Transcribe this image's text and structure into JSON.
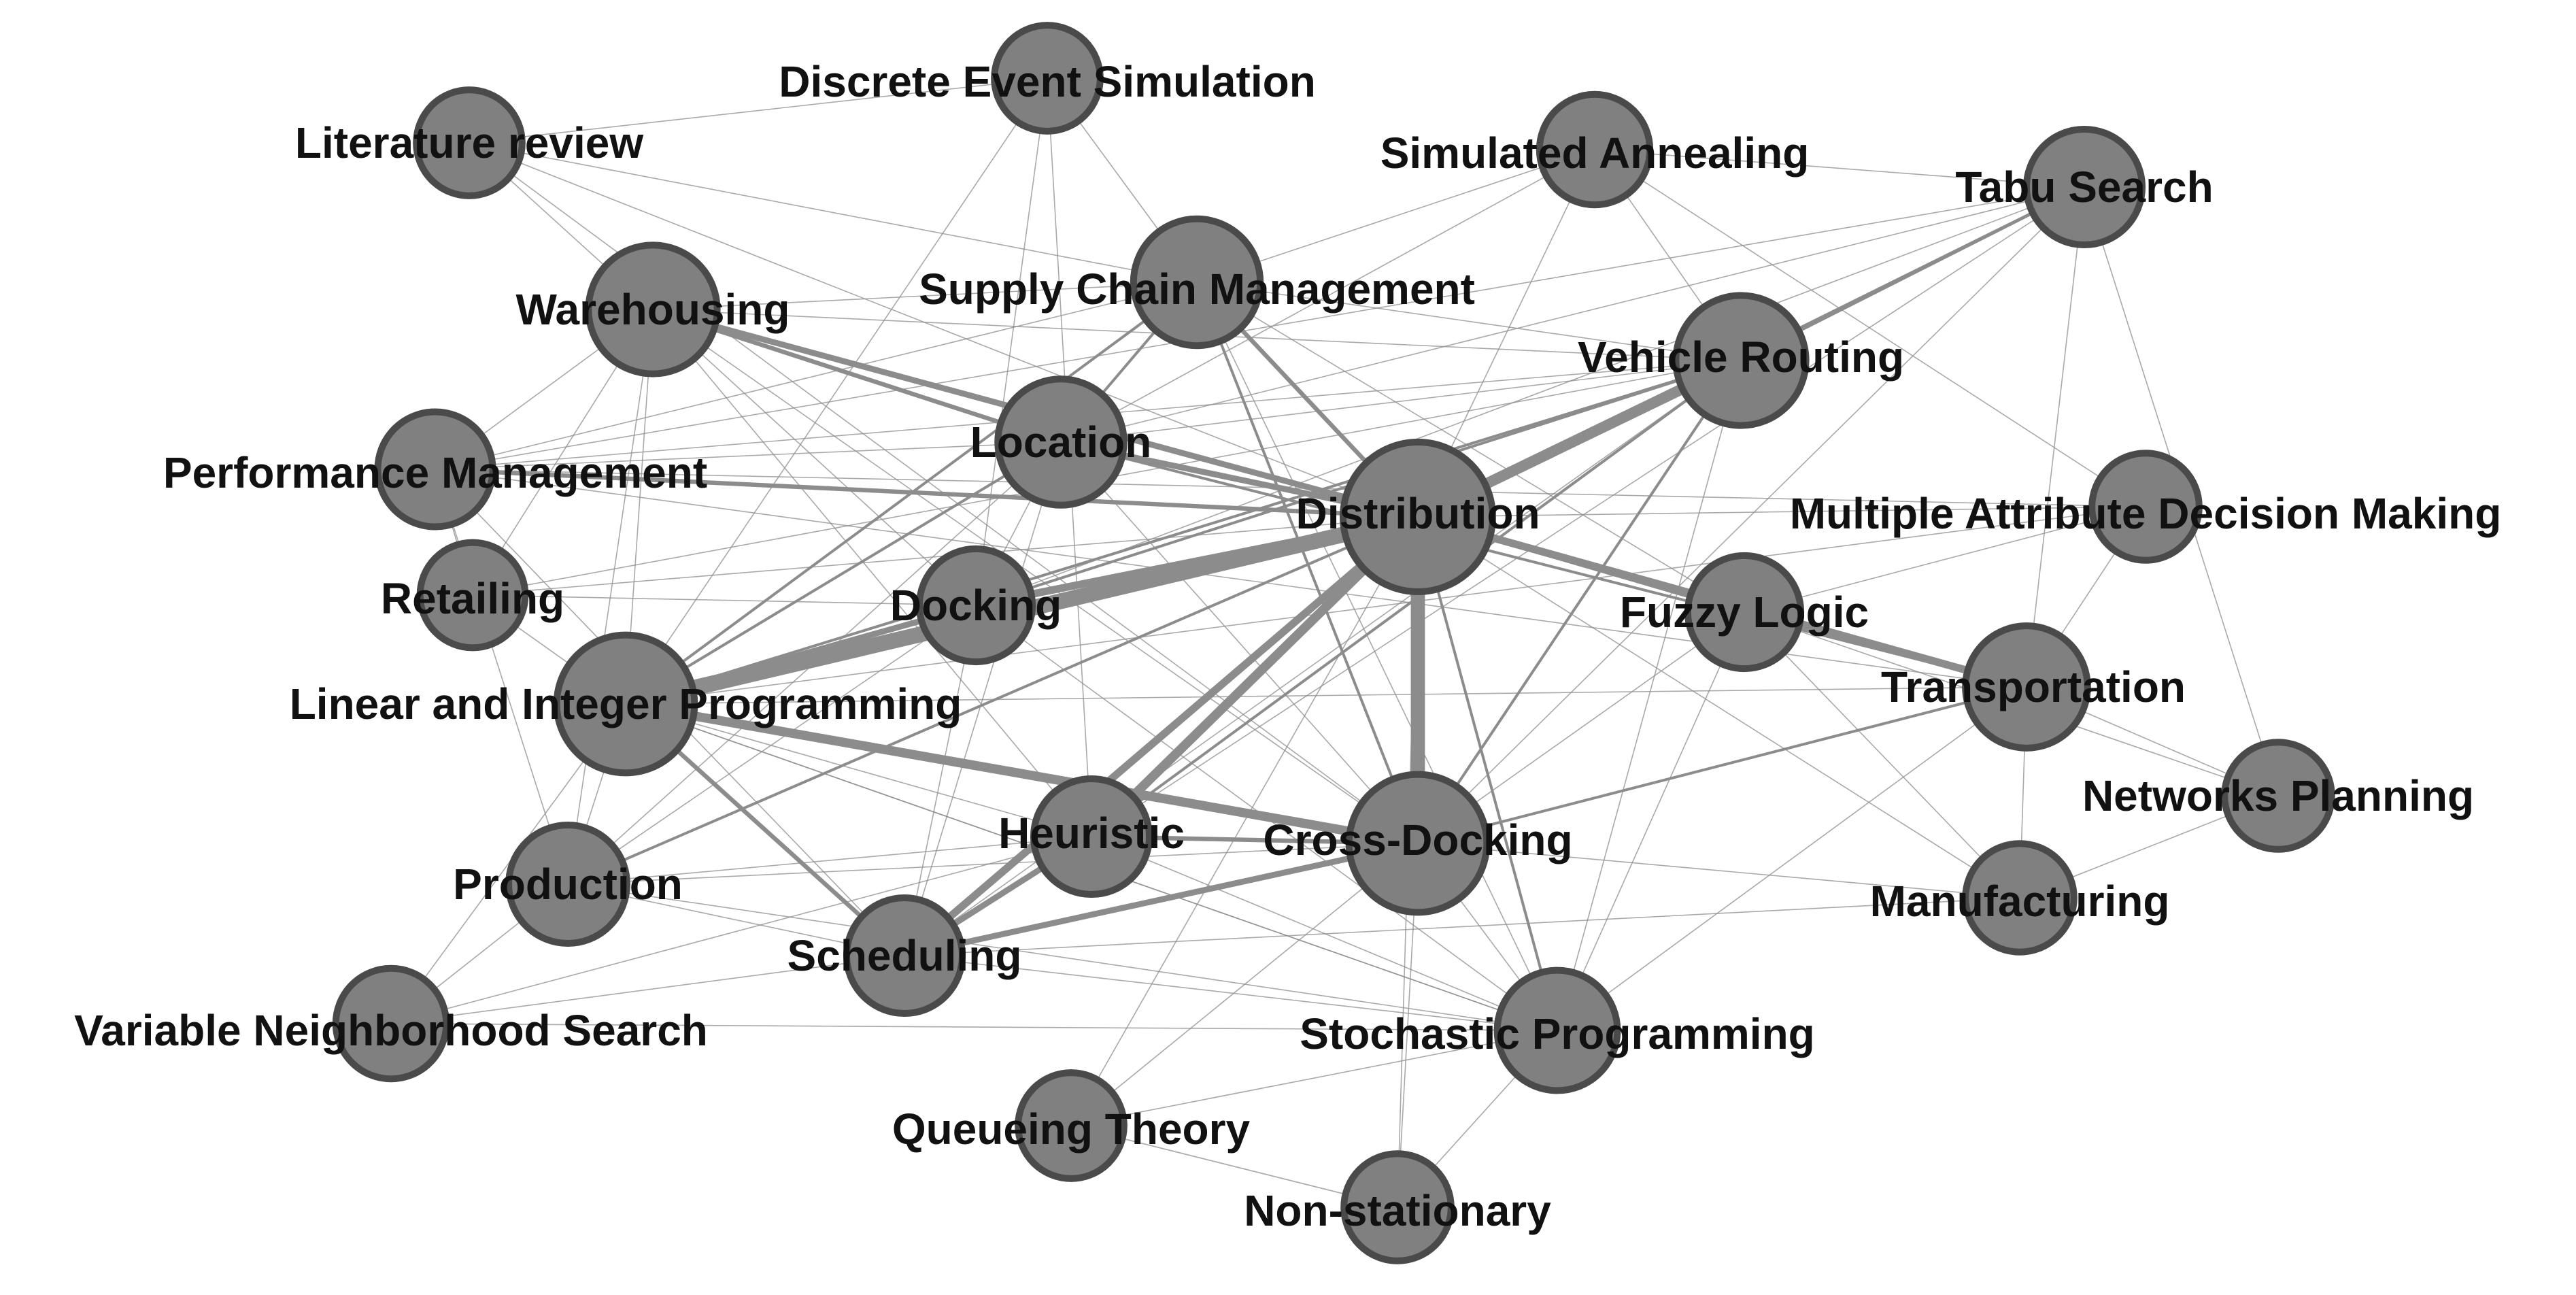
{
  "colors": {
    "node_fill": "#808080",
    "node_stroke": "#4a4a4a",
    "edge": "#8c8c8c",
    "label": "#111111"
  },
  "nodes": [
    {
      "id": "distribution",
      "label": "Distribution",
      "weight": 1.0
    },
    {
      "id": "cross-docking",
      "label": "Cross-Docking",
      "weight": 0.82
    },
    {
      "id": "linear-integer-programming",
      "label": "Linear and Integer Programming",
      "weight": 0.82
    },
    {
      "id": "vehicle-routing",
      "label": "Vehicle Routing",
      "weight": 0.7
    },
    {
      "id": "warehousing",
      "label": "Warehousing",
      "weight": 0.68
    },
    {
      "id": "supply-chain-management",
      "label": "Supply Chain Management",
      "weight": 0.65
    },
    {
      "id": "location",
      "label": "Location",
      "weight": 0.64
    },
    {
      "id": "transportation",
      "label": "Transportation",
      "weight": 0.58
    },
    {
      "id": "stochastic-programming",
      "label": "Stochastic Programming",
      "weight": 0.55
    },
    {
      "id": "production",
      "label": "Production",
      "weight": 0.52
    },
    {
      "id": "heuristic",
      "label": "Heuristic",
      "weight": 0.48
    },
    {
      "id": "scheduling",
      "label": "Scheduling",
      "weight": 0.48
    },
    {
      "id": "performance-management",
      "label": "Performance Management",
      "weight": 0.47
    },
    {
      "id": "docking",
      "label": "Docking",
      "weight": 0.44
    },
    {
      "id": "fuzzy-logic",
      "label": "Fuzzy Logic",
      "weight": 0.44
    },
    {
      "id": "tabu-search",
      "label": "Tabu Search",
      "weight": 0.48
    },
    {
      "id": "simulated-annealing",
      "label": "Simulated Annealing",
      "weight": 0.4
    },
    {
      "id": "variable-neighborhood-search",
      "label": "Variable Neighborhood Search",
      "weight": 0.4
    },
    {
      "id": "manufacturing",
      "label": "Manufacturing",
      "weight": 0.37
    },
    {
      "id": "multiple-attribute-decision-making",
      "label": "Multiple Attribute Decision Making",
      "weight": 0.35
    },
    {
      "id": "networks-planning",
      "label": "Networks Planning",
      "weight": 0.35
    },
    {
      "id": "non-stationary",
      "label": "Non-stationary",
      "weight": 0.35
    },
    {
      "id": "queueing-theory",
      "label": "Queueing Theory",
      "weight": 0.33
    },
    {
      "id": "discrete-event-simulation",
      "label": "Discrete Event Simulation",
      "weight": 0.33
    },
    {
      "id": "literature-review",
      "label": "Literature review",
      "weight": 0.33
    },
    {
      "id": "retailing",
      "label": "Retailing",
      "weight": 0.32
    }
  ],
  "edges": [
    {
      "source": "distribution",
      "target": "cross-docking",
      "weight": 9
    },
    {
      "source": "distribution",
      "target": "linear-integer-programming",
      "weight": 10
    },
    {
      "source": "distribution",
      "target": "vehicle-routing",
      "weight": 7
    },
    {
      "source": "distribution",
      "target": "heuristic",
      "weight": 6
    },
    {
      "source": "distribution",
      "target": "scheduling",
      "weight": 5
    },
    {
      "source": "distribution",
      "target": "transportation",
      "weight": 5
    },
    {
      "source": "distribution",
      "target": "location",
      "weight": 4
    },
    {
      "source": "distribution",
      "target": "docking",
      "weight": 5
    },
    {
      "source": "distribution",
      "target": "warehousing",
      "weight": 4
    },
    {
      "source": "distribution",
      "target": "supply-chain-management",
      "weight": 3
    },
    {
      "source": "distribution",
      "target": "fuzzy-logic",
      "weight": 3
    },
    {
      "source": "distribution",
      "target": "stochastic-programming",
      "weight": 2
    },
    {
      "source": "distribution",
      "target": "production",
      "weight": 2
    },
    {
      "source": "distribution",
      "target": "tabu-search",
      "weight": 2
    },
    {
      "source": "distribution",
      "target": "simulated-annealing",
      "weight": 1
    },
    {
      "source": "distribution",
      "target": "multiple-attribute-decision-making",
      "weight": 1
    },
    {
      "source": "distribution",
      "target": "performance-management",
      "weight": 3
    },
    {
      "source": "distribution",
      "target": "retailing",
      "weight": 1
    },
    {
      "source": "distribution",
      "target": "manufacturing",
      "weight": 1
    },
    {
      "source": "distribution",
      "target": "non-stationary",
      "weight": 1
    },
    {
      "source": "distribution",
      "target": "literature-review",
      "weight": 1
    },
    {
      "source": "cross-docking",
      "target": "linear-integer-programming",
      "weight": 6
    },
    {
      "source": "cross-docking",
      "target": "scheduling",
      "weight": 4
    },
    {
      "source": "cross-docking",
      "target": "heuristic",
      "weight": 3
    },
    {
      "source": "cross-docking",
      "target": "vehicle-routing",
      "weight": 2
    },
    {
      "source": "cross-docking",
      "target": "supply-chain-management",
      "weight": 2
    },
    {
      "source": "cross-docking",
      "target": "stochastic-programming",
      "weight": 1
    },
    {
      "source": "cross-docking",
      "target": "transportation",
      "weight": 2
    },
    {
      "source": "cross-docking",
      "target": "production",
      "weight": 1
    },
    {
      "source": "cross-docking",
      "target": "manufacturing",
      "weight": 1
    },
    {
      "source": "cross-docking",
      "target": "non-stationary",
      "weight": 1
    },
    {
      "source": "cross-docking",
      "target": "queueing-theory",
      "weight": 1
    },
    {
      "source": "cross-docking",
      "target": "location",
      "weight": 1
    },
    {
      "source": "cross-docking",
      "target": "tabu-search",
      "weight": 1
    },
    {
      "source": "cross-docking",
      "target": "fuzzy-logic",
      "weight": 1
    },
    {
      "source": "cross-docking",
      "target": "warehousing",
      "weight": 1
    },
    {
      "source": "linear-integer-programming",
      "target": "docking",
      "weight": 4
    },
    {
      "source": "linear-integer-programming",
      "target": "location",
      "weight": 2
    },
    {
      "source": "linear-integer-programming",
      "target": "scheduling",
      "weight": 3
    },
    {
      "source": "linear-integer-programming",
      "target": "supply-chain-management",
      "weight": 2
    },
    {
      "source": "linear-integer-programming",
      "target": "vehicle-routing",
      "weight": 2
    },
    {
      "source": "linear-integer-programming",
      "target": "transportation",
      "weight": 1
    },
    {
      "source": "linear-integer-programming",
      "target": "warehousing",
      "weight": 1
    },
    {
      "source": "linear-integer-programming",
      "target": "stochastic-programming",
      "weight": 1
    },
    {
      "source": "linear-integer-programming",
      "target": "heuristic",
      "weight": 1
    },
    {
      "source": "linear-integer-programming",
      "target": "production",
      "weight": 1
    },
    {
      "source": "linear-integer-programming",
      "target": "discrete-event-simulation",
      "weight": 1
    },
    {
      "source": "linear-integer-programming",
      "target": "retailing",
      "weight": 1
    },
    {
      "source": "linear-integer-programming",
      "target": "multiple-attribute-decision-making",
      "weight": 1
    },
    {
      "source": "heuristic",
      "target": "scheduling",
      "weight": 4
    },
    {
      "source": "heuristic",
      "target": "vehicle-routing",
      "weight": 2
    },
    {
      "source": "heuristic",
      "target": "production",
      "weight": 1
    },
    {
      "source": "heuristic",
      "target": "stochastic-programming",
      "weight": 1
    },
    {
      "source": "heuristic",
      "target": "tabu-search",
      "weight": 1
    },
    {
      "source": "scheduling",
      "target": "stochastic-programming",
      "weight": 1
    },
    {
      "source": "scheduling",
      "target": "location",
      "weight": 1
    },
    {
      "source": "scheduling",
      "target": "variable-neighborhood-search",
      "weight": 1
    },
    {
      "source": "scheduling",
      "target": "production",
      "weight": 1
    },
    {
      "source": "warehousing",
      "target": "location",
      "weight": 3
    },
    {
      "source": "warehousing",
      "target": "performance-management",
      "weight": 1
    },
    {
      "source": "warehousing",
      "target": "production",
      "weight": 1
    },
    {
      "source": "warehousing",
      "target": "supply-chain-management",
      "weight": 1
    },
    {
      "source": "warehousing",
      "target": "vehicle-routing",
      "weight": 1
    },
    {
      "source": "warehousing",
      "target": "docking",
      "weight": 1
    },
    {
      "source": "warehousing",
      "target": "retailing",
      "weight": 1
    },
    {
      "source": "warehousing",
      "target": "heuristic",
      "weight": 1
    },
    {
      "source": "supply-chain-management",
      "target": "location",
      "weight": 2
    },
    {
      "source": "supply-chain-management",
      "target": "vehicle-routing",
      "weight": 1
    },
    {
      "source": "supply-chain-management",
      "target": "discrete-event-simulation",
      "weight": 1
    },
    {
      "source": "supply-chain-management",
      "target": "performance-management",
      "weight": 1
    },
    {
      "source": "supply-chain-management",
      "target": "stochastic-programming",
      "weight": 1
    },
    {
      "source": "supply-chain-management",
      "target": "literature-review",
      "weight": 1
    },
    {
      "source": "supply-chain-management",
      "target": "simulated-annealing",
      "weight": 1
    },
    {
      "source": "location",
      "target": "vehicle-routing",
      "weight": 1
    },
    {
      "source": "location",
      "target": "performance-management",
      "weight": 1
    },
    {
      "source": "location",
      "target": "transportation",
      "weight": 2
    },
    {
      "source": "location",
      "target": "tabu-search",
      "weight": 1
    },
    {
      "source": "location",
      "target": "docking",
      "weight": 1
    },
    {
      "source": "location",
      "target": "production",
      "weight": 1
    },
    {
      "source": "vehicle-routing",
      "target": "tabu-search",
      "weight": 2
    },
    {
      "source": "vehicle-routing",
      "target": "simulated-annealing",
      "weight": 1
    },
    {
      "source": "vehicle-routing",
      "target": "stochastic-programming",
      "weight": 1
    },
    {
      "source": "vehicle-routing",
      "target": "performance-management",
      "weight": 1
    },
    {
      "source": "vehicle-routing",
      "target": "scheduling",
      "weight": 1
    },
    {
      "source": "transportation",
      "target": "fuzzy-logic",
      "weight": 2
    },
    {
      "source": "transportation",
      "target": "networks-planning",
      "weight": 1
    },
    {
      "source": "transportation",
      "target": "manufacturing",
      "weight": 1
    },
    {
      "source": "transportation",
      "target": "tabu-search",
      "weight": 1
    },
    {
      "source": "transportation",
      "target": "multiple-attribute-decision-making",
      "weight": 1
    },
    {
      "source": "transportation",
      "target": "performance-management",
      "weight": 1
    },
    {
      "source": "transportation",
      "target": "stochastic-programming",
      "weight": 1
    },
    {
      "source": "manufacturing",
      "target": "networks-planning",
      "weight": 1
    },
    {
      "source": "manufacturing",
      "target": "scheduling",
      "weight": 1
    },
    {
      "source": "manufacturing",
      "target": "fuzzy-logic",
      "weight": 1
    },
    {
      "source": "fuzzy-logic",
      "target": "networks-planning",
      "weight": 1
    },
    {
      "source": "fuzzy-logic",
      "target": "multiple-attribute-decision-making",
      "weight": 1
    },
    {
      "source": "fuzzy-logic",
      "target": "stochastic-programming",
      "weight": 1
    },
    {
      "source": "fuzzy-logic",
      "target": "supply-chain-management",
      "weight": 1
    },
    {
      "source": "tabu-search",
      "target": "simulated-annealing",
      "weight": 1
    },
    {
      "source": "tabu-search",
      "target": "networks-planning",
      "weight": 1
    },
    {
      "source": "tabu-search",
      "target": "performance-management",
      "weight": 1
    },
    {
      "source": "tabu-search",
      "target": "docking",
      "weight": 1
    },
    {
      "source": "simulated-annealing",
      "target": "location",
      "weight": 1
    },
    {
      "source": "simulated-annealing",
      "target": "multiple-attribute-decision-making",
      "weight": 1
    },
    {
      "source": "stochastic-programming",
      "target": "production",
      "weight": 1
    },
    {
      "source": "stochastic-programming",
      "target": "docking",
      "weight": 1
    },
    {
      "source": "stochastic-programming",
      "target": "queueing-theory",
      "weight": 1
    },
    {
      "source": "stochastic-programming",
      "target": "variable-neighborhood-search",
      "weight": 1
    },
    {
      "source": "stochastic-programming",
      "target": "linear-integer-programming",
      "weight": 1
    },
    {
      "source": "production",
      "target": "variable-neighborhood-search",
      "weight": 1
    },
    {
      "source": "production",
      "target": "docking",
      "weight": 1
    },
    {
      "source": "production",
      "target": "performance-management",
      "weight": 1
    },
    {
      "source": "docking",
      "target": "vehicle-routing",
      "weight": 2
    },
    {
      "source": "docking",
      "target": "scheduling",
      "weight": 1
    },
    {
      "source": "docking",
      "target": "retailing",
      "weight": 1
    },
    {
      "source": "docking",
      "target": "discrete-event-simulation",
      "weight": 1
    },
    {
      "source": "queueing-theory",
      "target": "non-stationary",
      "weight": 1
    },
    {
      "source": "queueing-theory",
      "target": "distribution",
      "weight": 1
    },
    {
      "source": "non-stationary",
      "target": "stochastic-programming",
      "weight": 1
    },
    {
      "source": "variable-neighborhood-search",
      "target": "linear-integer-programming",
      "weight": 1
    },
    {
      "source": "variable-neighborhood-search",
      "target": "heuristic",
      "weight": 1
    },
    {
      "source": "literature-review",
      "target": "warehousing",
      "weight": 1
    },
    {
      "source": "literature-review",
      "target": "cross-docking",
      "weight": 1
    },
    {
      "source": "literature-review",
      "target": "discrete-event-simulation",
      "weight": 1
    },
    {
      "source": "discrete-event-simulation",
      "target": "heuristic",
      "weight": 1
    },
    {
      "source": "performance-management",
      "target": "retailing",
      "weight": 1
    },
    {
      "source": "performance-management",
      "target": "scheduling",
      "weight": 1
    },
    {
      "source": "retailing",
      "target": "vehicle-routing",
      "weight": 1
    },
    {
      "source": "multiple-attribute-decision-making",
      "target": "performance-management",
      "weight": 1
    }
  ]
}
